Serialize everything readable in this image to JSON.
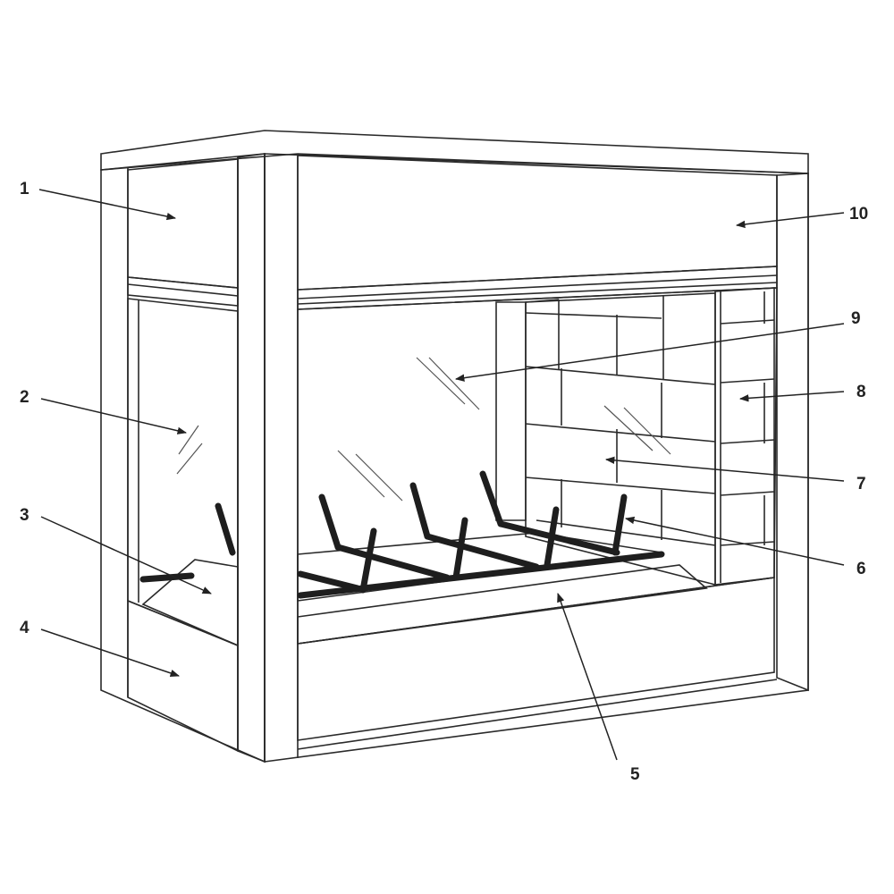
{
  "diagram": {
    "type": "labeled-exploded-view",
    "colors": {
      "panel": "#d9d9d9",
      "panel_light": "#e4e4e4",
      "panel_dark": "#cfcfcf",
      "brick_face": "#ffffff",
      "post_shadow": "#a9a9a9",
      "outline": "#2a2a2a",
      "grate": "#1e1e1e"
    },
    "callouts": [
      {
        "id": "1",
        "text": "1"
      },
      {
        "id": "2",
        "text": "2"
      },
      {
        "id": "3",
        "text": "3"
      },
      {
        "id": "4",
        "text": "4"
      },
      {
        "id": "5",
        "text": "5"
      },
      {
        "id": "6",
        "text": "6"
      },
      {
        "id": "7",
        "text": "7"
      },
      {
        "id": "8",
        "text": "8"
      },
      {
        "id": "9",
        "text": "9"
      },
      {
        "id": "10",
        "text": "10"
      }
    ]
  }
}
